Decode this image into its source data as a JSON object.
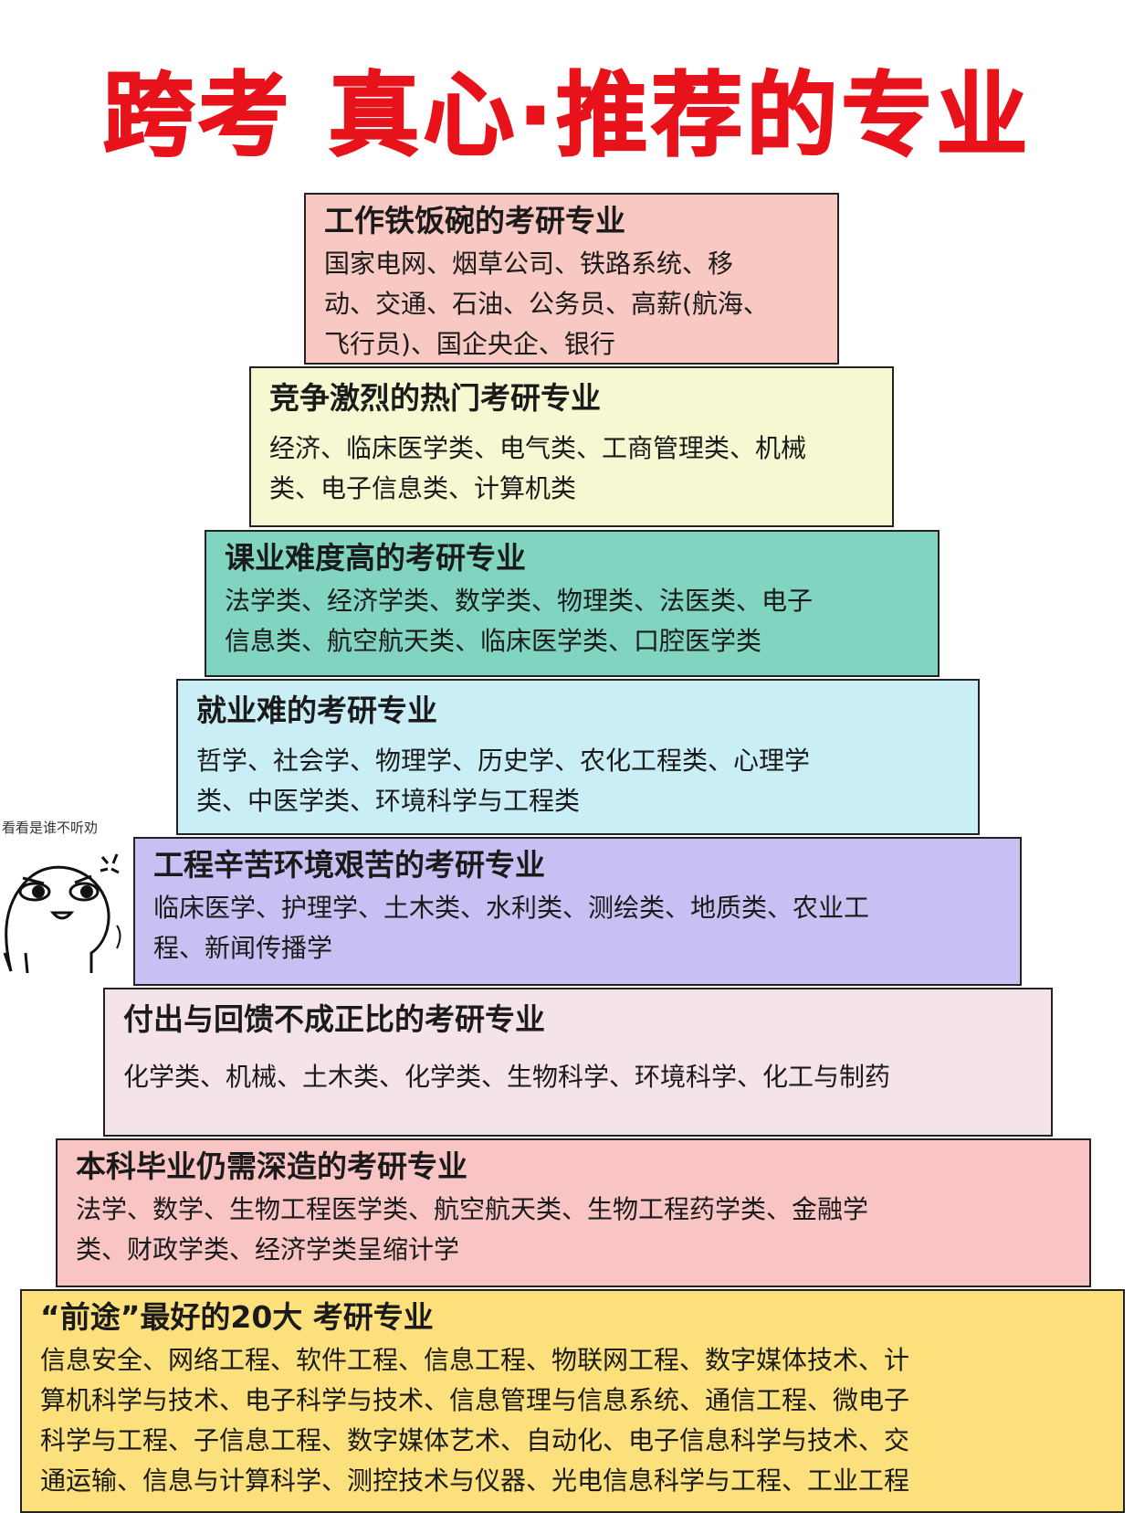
{
  "title": "跨考 真心·推荐的专业",
  "meme_caption": "看看是谁不听劝",
  "tiers": [
    {
      "heading": "工作铁饭碗的考研专业",
      "lines": [
        "国家电网、烟草公司、铁路系统、移",
        "动、交通、石油、公务员、高薪(航海、",
        "飞行员)、国企央企、银行"
      ],
      "color": "#f8c8c2"
    },
    {
      "heading": "竞争激烈的热门考研专业",
      "lines": [
        "经济、临床医学类、电气类、工商管理类、机械",
        "类、电子信息类、计算机类"
      ],
      "color": "#f6f8d2"
    },
    {
      "heading": "课业难度高的考研专业",
      "lines": [
        "法学类、经济学类、数学类、物理类、法医类、电子",
        "信息类、航空航天类、临床医学类、口腔医学类"
      ],
      "color": "#80d4c0"
    },
    {
      "heading": "就业难的考研专业",
      "lines": [
        "哲学、社会学、物理学、历史学、农化工程类、心理学",
        "类、中医学类、环境科学与工程类"
      ],
      "color": "#c9eef5"
    },
    {
      "heading": "工程辛苦环境艰苦的考研专业",
      "lines": [
        "临床医学、护理学、土木类、水利类、测绘类、地质类、农业工",
        "程、新闻传播学"
      ],
      "color": "#cabff2"
    },
    {
      "heading": "付出与回馈不成正比的考研专业",
      "lines": [
        "化学类、机械、土木类、化学类、生物科学、环境科学、化工与制药"
      ],
      "color": "#f4e4e9"
    },
    {
      "heading": "本科毕业仍需深造的考研专业",
      "lines": [
        "法学、数学、生物工程医学类、航空航天类、生物工程药学类、金融学",
        "类、财政学类、经济学类呈缩计学"
      ],
      "color": "#f8c4c4"
    },
    {
      "heading": "“前途”最好的20大 考研专业",
      "lines": [
        "信息安全、网络工程、软件工程、信息工程、物联网工程、数字媒体技术、计",
        "算机科学与技术、电子科学与技术、信息管理与信息系统、通信工程、微电子",
        "科学与工程、子信息工程、数字媒体艺术、自动化、电子信息科学与技术、交",
        "通运输、信息与计算科学、测控技术与仪器、光电信息科学与工程、工业工程"
      ],
      "color": "#fbe07c"
    }
  ]
}
